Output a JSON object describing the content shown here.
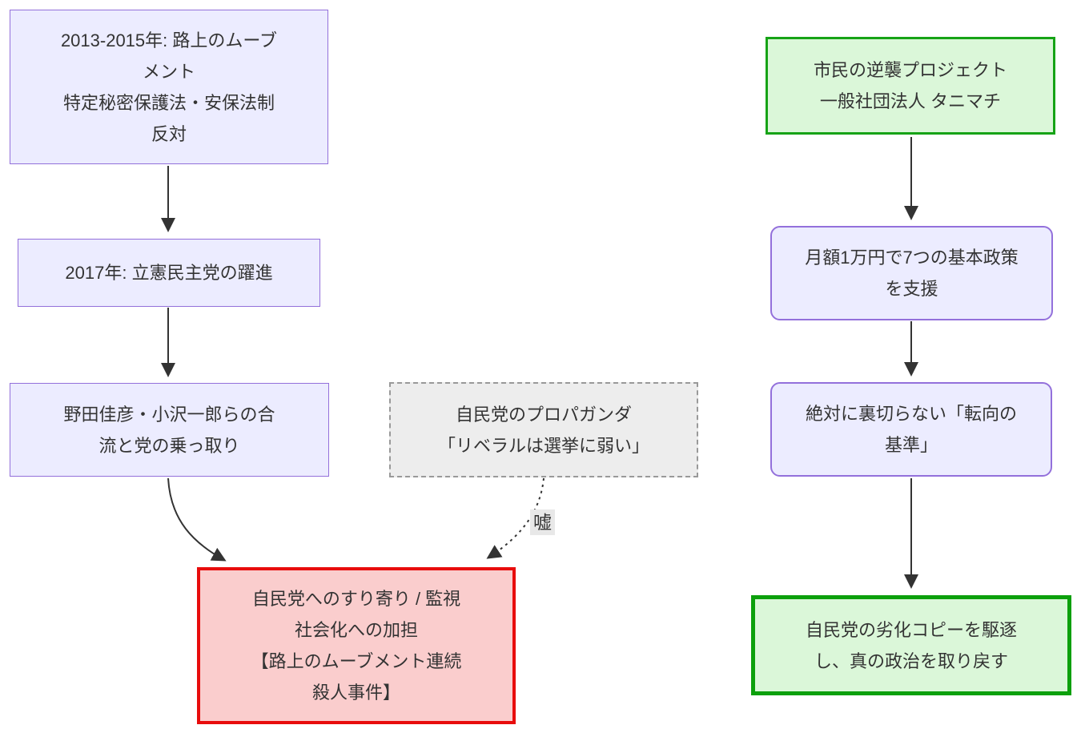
{
  "diagram": {
    "type": "flowchart",
    "background": "#ffffff",
    "text_color": "#333333",
    "colors": {
      "purple_fill": "#ECECFF",
      "purple_border": "#9370DB",
      "green_fill": "#DBF7D9",
      "green_border": "#16A316",
      "green_border_thick": "#0CA00C",
      "red_fill": "#FACDCD",
      "red_border": "#E80C0C",
      "gray_fill": "#EDEDED",
      "gray_border": "#999999",
      "arrow_color": "#333333",
      "edge_label_bg": "#E8E8E8"
    },
    "nodes": {
      "movement": {
        "label": "2013-2015年: 路上のムーブ\nメント\n特定秘密保護法・安保法制\n反対"
      },
      "cdp": {
        "label": "2017年: 立憲民主党の躍進"
      },
      "takeover": {
        "label": "野田佳彦・小沢一郎らの合\n流と党の乗っ取り"
      },
      "betrayal": {
        "label": "自民党へのすり寄り / 監視\n社会化への加担\n【路上のムーブメント連続\n殺人事件】"
      },
      "propaganda": {
        "label": "自民党のプロパガンダ\n「リベラルは選挙に弱い」"
      },
      "project": {
        "label": "市民の逆襲プロジェクト\n一般社団法人 タニマチ"
      },
      "support": {
        "label": "月額1万円で7つの基本政策\nを支援"
      },
      "criteria": {
        "label": "絶対に裏切らない「転向の\n基準」"
      },
      "goal": {
        "label": "自民党の劣化コピーを駆逐\nし、真の政治を取り戻す"
      }
    },
    "edge_labels": {
      "lie": "嘘"
    }
  }
}
